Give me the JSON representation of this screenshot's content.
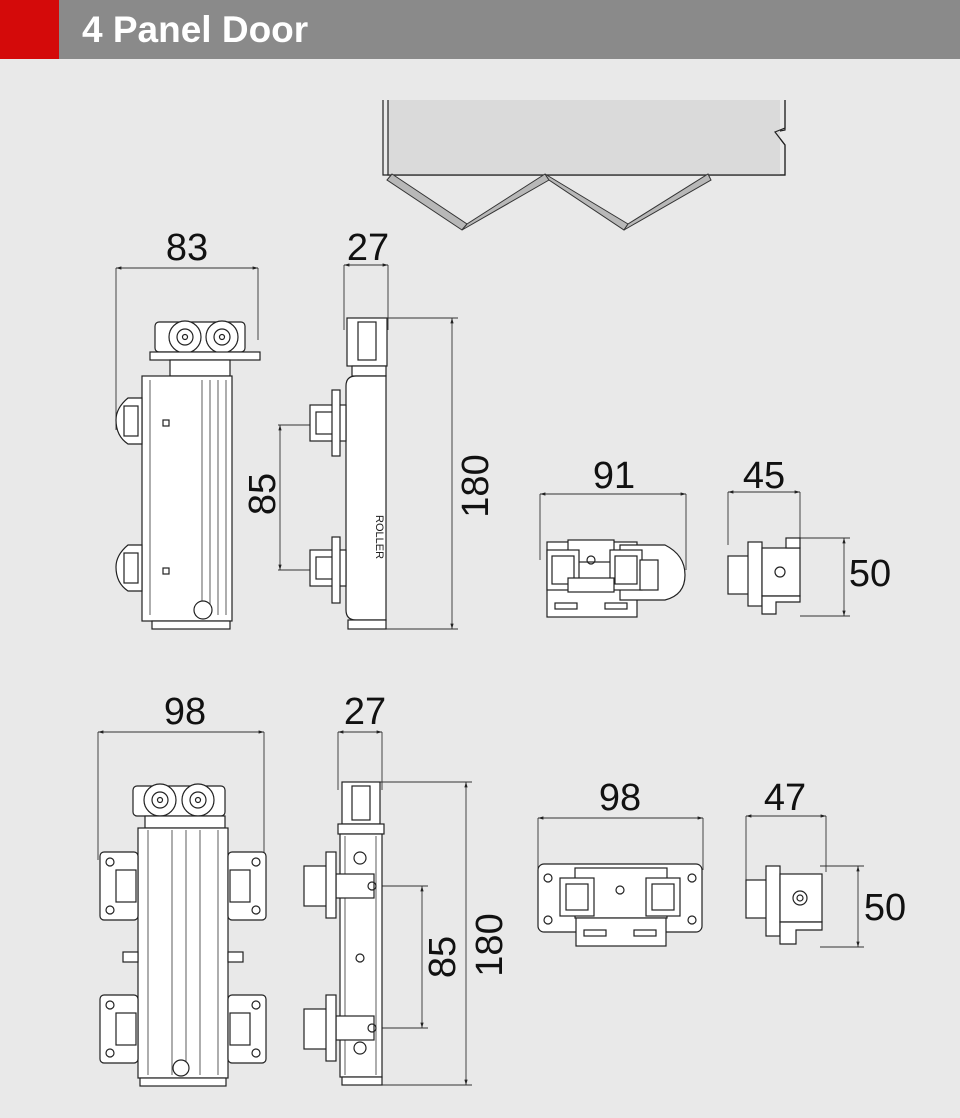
{
  "header": {
    "title": "4 Panel Door",
    "accent_color": "#d40a0a",
    "bar_color": "#8a8a8a"
  },
  "top_set": {
    "front_view": {
      "width_dim": "83"
    },
    "side_view": {
      "width_dim": "27",
      "spacing_dim": "85",
      "height_dim": "180",
      "engraving": "ROLLER"
    },
    "top_view": {
      "width_dim": "91"
    },
    "end_view": {
      "width_dim": "45",
      "height_dim": "50"
    }
  },
  "bottom_set": {
    "front_view": {
      "width_dim": "98"
    },
    "side_view": {
      "width_dim": "27",
      "spacing_dim": "85",
      "height_dim": "180"
    },
    "top_view": {
      "width_dim": "98"
    },
    "end_view": {
      "width_dim": "47",
      "height_dim": "50"
    }
  }
}
